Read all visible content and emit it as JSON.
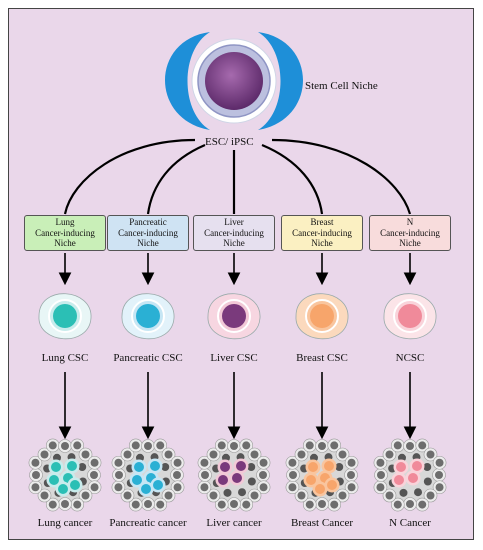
{
  "top": {
    "niche_label": "Stem Cell  Niche",
    "source_label": "ESC/ iPSC"
  },
  "niches": [
    {
      "line1": "Lung",
      "line2": "Cancer-inducing",
      "line3": "Niche",
      "color": "#c9efb8"
    },
    {
      "line1": "Pancreatic",
      "line2": "Cancer-inducing",
      "line3": "Niche",
      "color": "#cfe3f3"
    },
    {
      "line1": "Liver",
      "line2": "Cancer-inducing",
      "line3": "Niche",
      "color": "#e6e0ef"
    },
    {
      "line1": "Breast",
      "line2": "Cancer-inducing",
      "line3": "Niche",
      "color": "#fbf0c2"
    },
    {
      "line1": "N",
      "line2": "Cancer-inducing",
      "line3": "Niche",
      "color": "#f8dcdc"
    }
  ],
  "csc_labels": [
    "Lung CSC",
    "Pancreatic CSC",
    "Liver CSC",
    "Breast CSC",
    "NCSC"
  ],
  "cancer_labels": [
    "Lung cancer",
    "Pancreatic cancer",
    "Liver cancer",
    "Breast Cancer",
    "N Cancer"
  ],
  "colors": {
    "background": "#ead7ea",
    "stem_outer": "#1e8fd8",
    "stem_nucleus": "#7a3f86",
    "lung": "#2bbfb5",
    "pancreatic": "#2ab0d4",
    "liver": "#7a3a7c",
    "breast": "#f7a56b",
    "n": "#f08a9a",
    "tumor_gray": "#6d6d6d"
  }
}
